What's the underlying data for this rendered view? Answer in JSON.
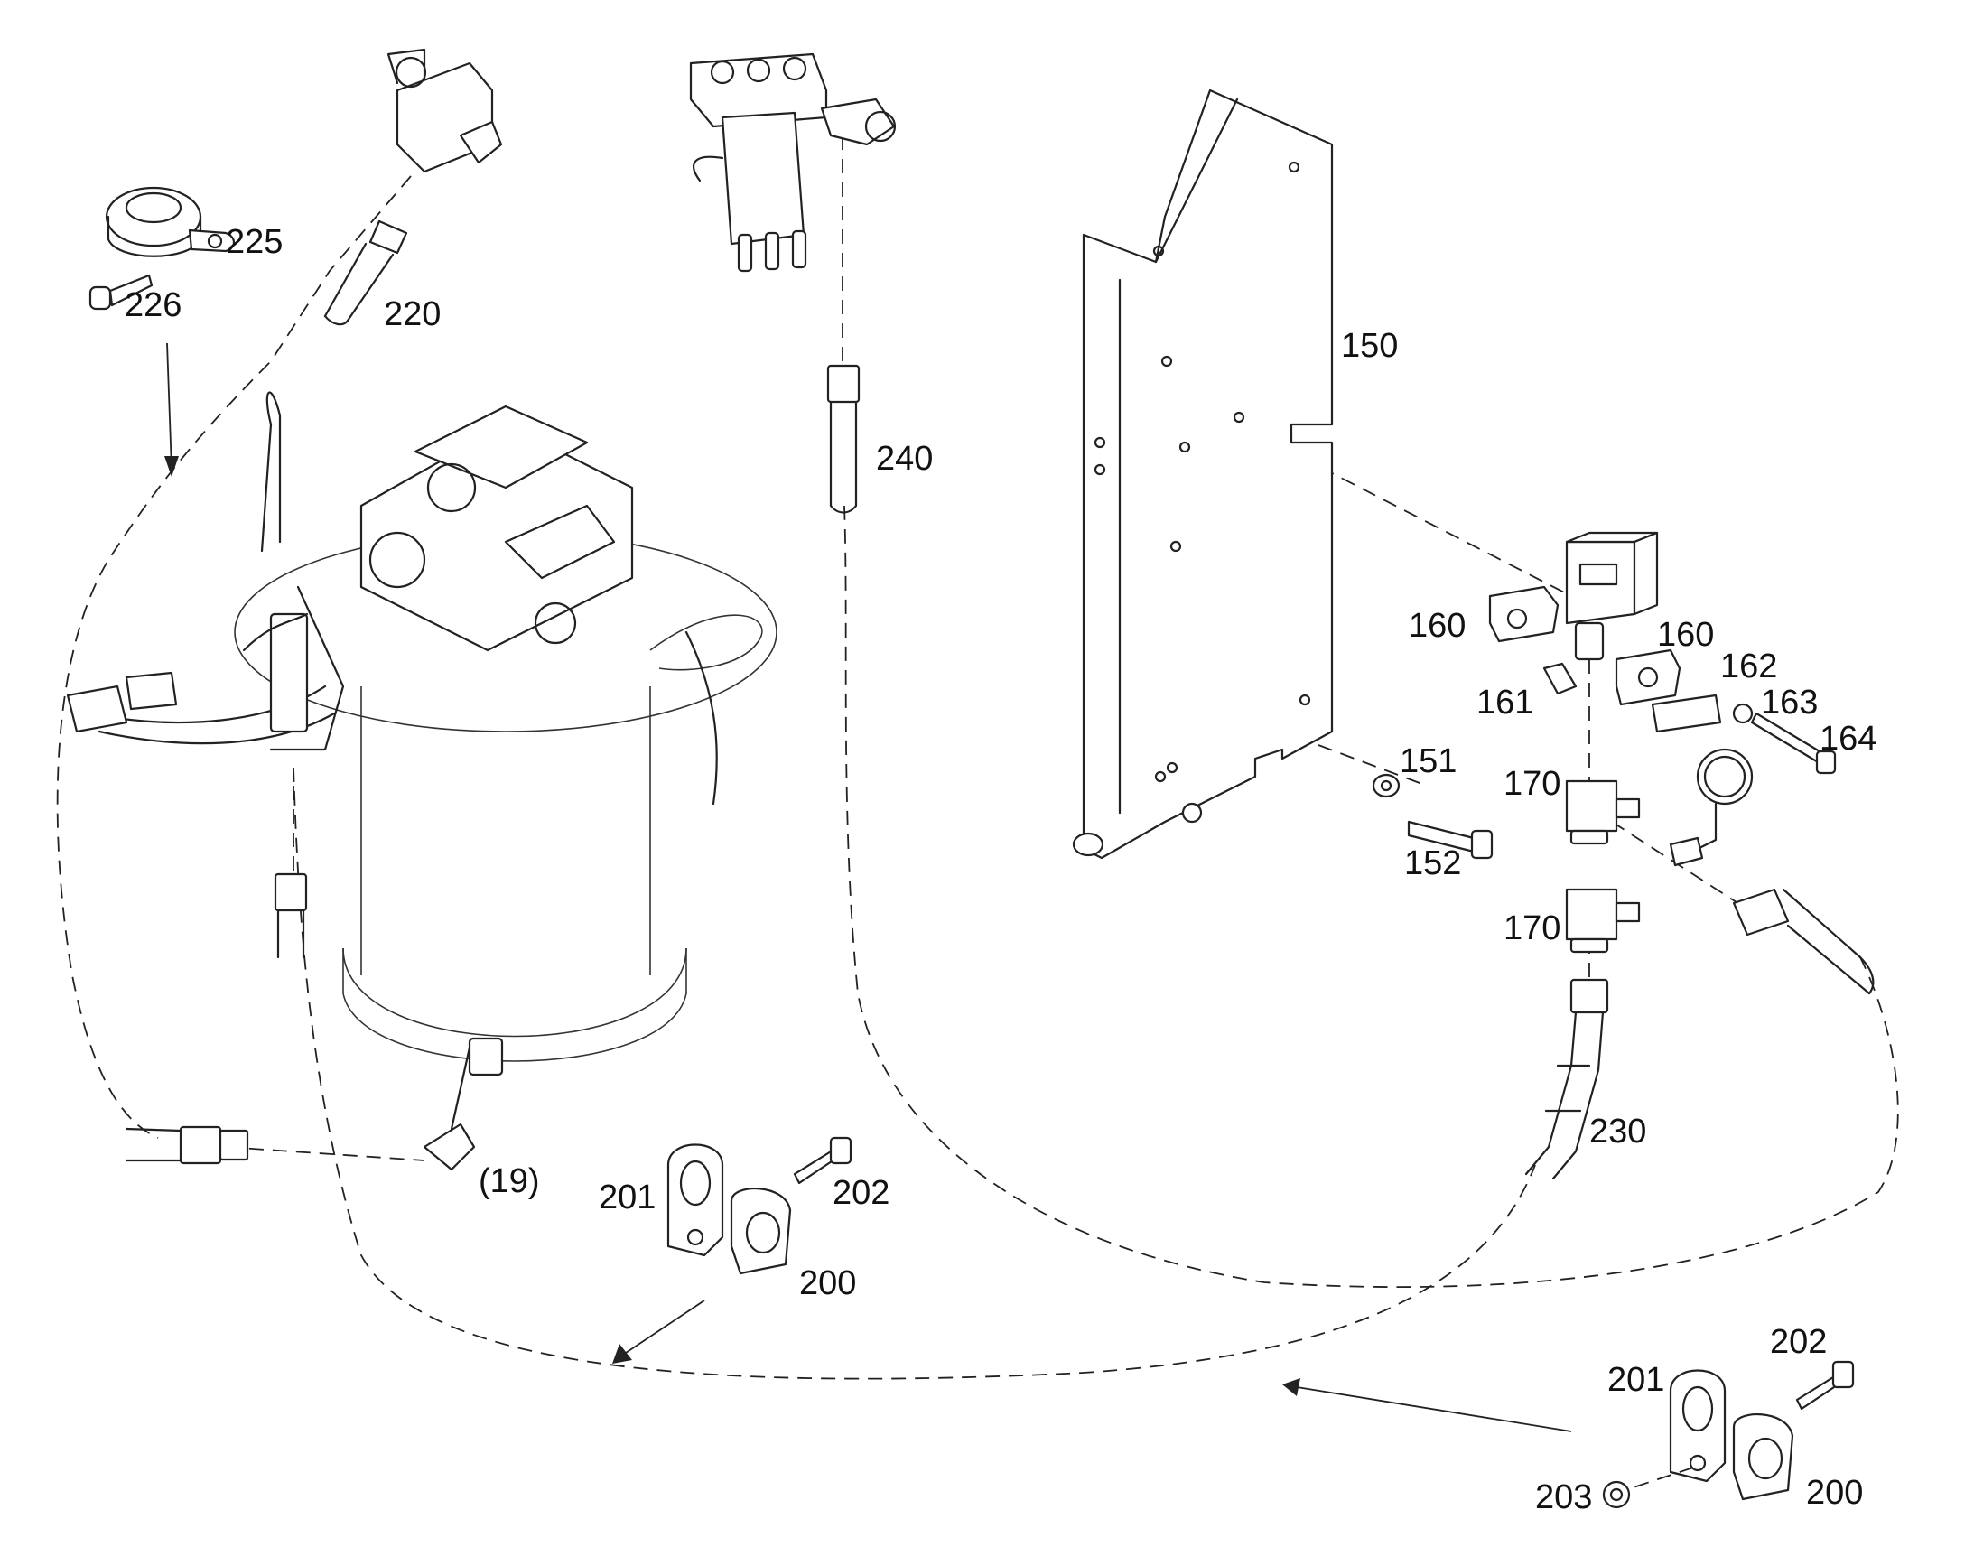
{
  "labels": {
    "l225": "225",
    "l226": "226",
    "l220": "220",
    "l240": "240",
    "l150": "150",
    "l160a": "160",
    "l160b": "160",
    "l161": "161",
    "l162": "162",
    "l163": "163",
    "l164": "164",
    "l151": "151",
    "l152": "152",
    "l170a": "170",
    "l170b": "170",
    "l230": "230",
    "l19": "(19)",
    "l201a": "201",
    "l202a": "202",
    "l200a": "200",
    "l201b": "201",
    "l202b": "202",
    "l203": "203",
    "l200b": "200"
  }
}
